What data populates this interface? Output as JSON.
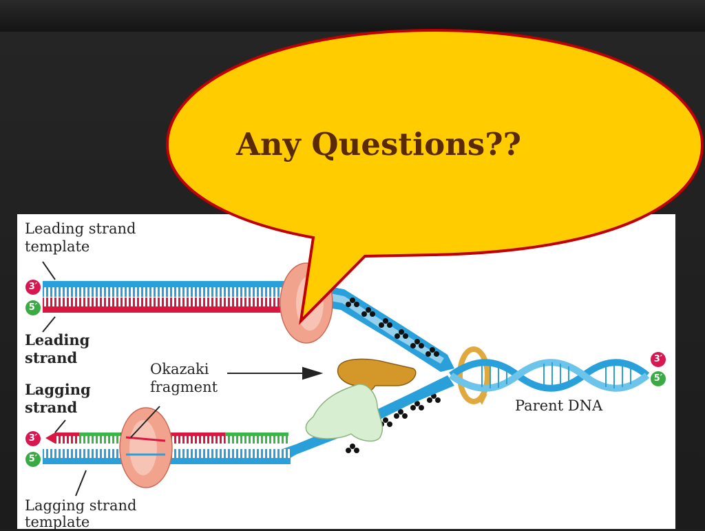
{
  "bubble": {
    "text": "Any Questions??",
    "fill_color": "#ffcc00",
    "border_color": "#c00000",
    "text_color": "#5a2a06"
  },
  "diagram": {
    "labels": {
      "leading_template_line1": "Leading strand",
      "leading_template_line2": "template",
      "leading_strand_line1": "Leading",
      "leading_strand_line2": "strand",
      "lagging_strand_line1": "Lagging",
      "lagging_strand_line2": "strand",
      "okazaki_line1": "Okazaki",
      "okazaki_line2": "fragment",
      "parent_dna": "Parent DNA",
      "lagging_template_line1": "Lagging strand",
      "lagging_template_line2": "template"
    },
    "ends": {
      "top_3": "3′",
      "top_5": "5′",
      "bottom_3": "3′",
      "bottom_5": "5′",
      "right_3": "3′",
      "right_5": "5′"
    },
    "colors": {
      "template_strand": "#2aa0db",
      "new_strand": "#d8163f",
      "rna_primer": "#3bb44a",
      "three_prime_badge": "#d8164f",
      "five_prime_badge": "#3aaa45",
      "polymerase": "#f2a38e"
    }
  }
}
